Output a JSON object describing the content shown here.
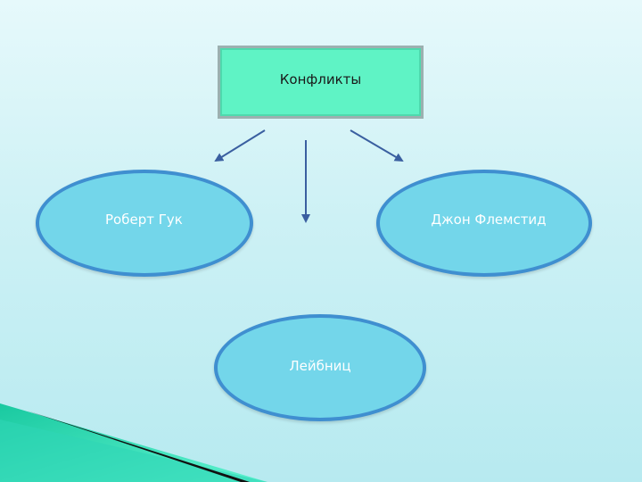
{
  "diagram": {
    "root": {
      "label": "Конфликты"
    },
    "nodes": [
      {
        "id": "hooke",
        "label": "Роберт Гук"
      },
      {
        "id": "flamsteed",
        "label": "Джон Флемстид"
      },
      {
        "id": "leibniz",
        "label": "Лейбниц"
      }
    ],
    "colors": {
      "root_fill": "#5ff3c5",
      "node_fill": "#73d6ea",
      "node_border": "#3f8fd0",
      "arrow": "#3a5fa0",
      "background": "#cdf1f5"
    }
  }
}
